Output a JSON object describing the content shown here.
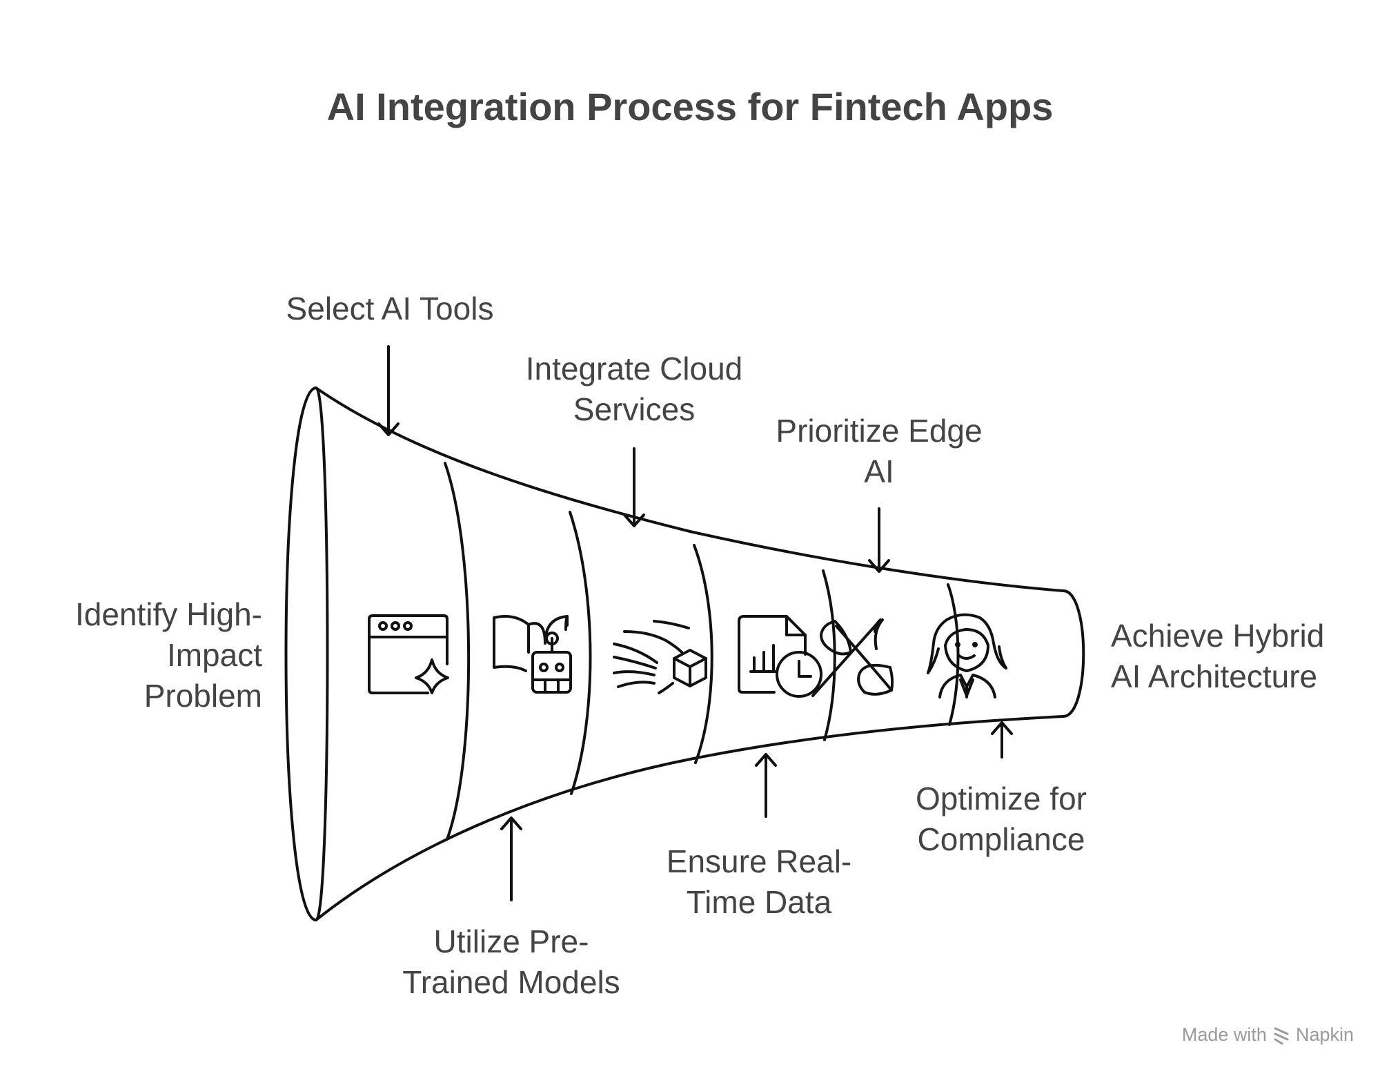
{
  "title": "AI Integration Process for Fintech Apps",
  "steps": [
    {
      "lines": [
        "Identify High-",
        "Impact",
        "Problem"
      ],
      "icon": "browser-window-sparkle-icon"
    },
    {
      "lines": [
        "Select AI Tools"
      ],
      "icon": "book-robot-icon"
    },
    {
      "lines": [
        "Utilize Pre-",
        "Trained Models"
      ],
      "icon": "cloud-cube-flow-icon"
    },
    {
      "lines": [
        "Integrate Cloud",
        "Services"
      ],
      "icon": "document-chart-clock-icon"
    },
    {
      "lines": [
        "Ensure Real-",
        "Time Data"
      ],
      "icon": "hidden-eye-icon"
    },
    {
      "lines": [
        "Prioritize Edge",
        "AI"
      ],
      "icon": "person-avatar-icon"
    },
    {
      "lines": [
        "Optimize for",
        "Compliance"
      ]
    },
    {
      "lines": [
        "Achieve Hybrid",
        "AI Architecture"
      ]
    }
  ],
  "footer": {
    "made_with": "Made with",
    "brand": "Napkin"
  }
}
